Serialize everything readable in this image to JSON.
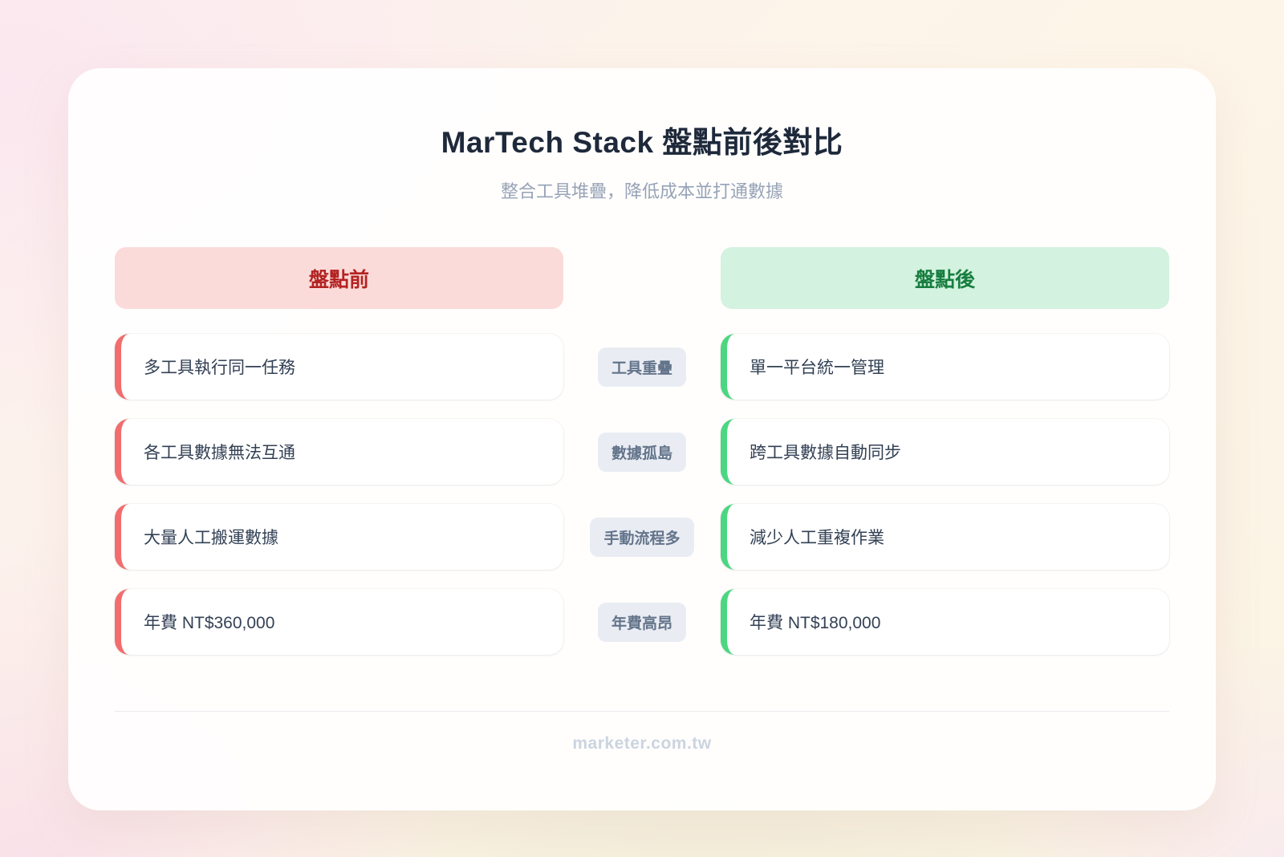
{
  "page": {
    "title": "MarTech Stack 盤點前後對比",
    "subtitle": "整合工具堆疊，降低成本並打通數據",
    "footer": "marketer.com.tw"
  },
  "columns": {
    "before_label": "盤點前",
    "after_label": "盤點後"
  },
  "rows": [
    {
      "before": "多工具執行同一任務",
      "tag": "工具重疊",
      "after": "單一平台統一管理"
    },
    {
      "before": "各工具數據無法互通",
      "tag": "數據孤島",
      "after": "跨工具數據自動同步"
    },
    {
      "before": "大量人工搬運數據",
      "tag": "手動流程多",
      "after": "減少人工重複作業"
    },
    {
      "before": "年費 NT$360,000",
      "tag": "年費高昂",
      "after": "年費 NT$180,000"
    }
  ],
  "colors": {
    "before_accent": "#f26d6d",
    "after_accent": "#4bd781",
    "before_header_bg": "#fadbd9",
    "before_header_text": "#b32322",
    "after_header_bg": "#d3f2df",
    "after_header_text": "#177e40",
    "pill_bg": "#e9edf3",
    "pill_text": "#64748b"
  }
}
